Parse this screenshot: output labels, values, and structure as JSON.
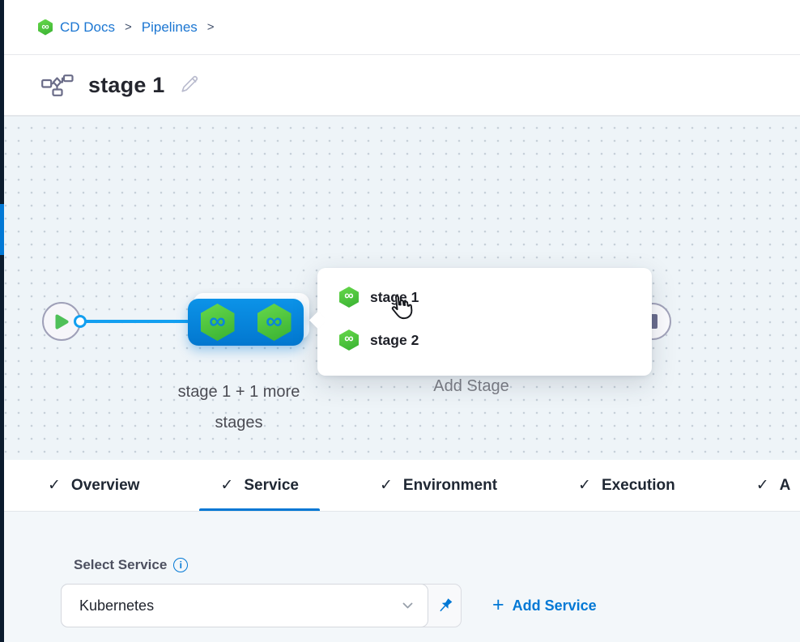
{
  "colors": {
    "accent_blue": "#0278d5",
    "node_blue": "#0a8ce2",
    "connector_blue": "#129ff0",
    "module_green": "#4dc94a",
    "nav_strip_navy": "#0b1b2d",
    "canvas_bg": "#eef4f8"
  },
  "breadcrumb": {
    "items": [
      {
        "label": "CD Docs"
      },
      {
        "label": "Pipelines"
      }
    ],
    "separator": ">"
  },
  "header": {
    "title": "stage 1"
  },
  "icons": {
    "infinity_glyph": "∞",
    "check_glyph": "✓",
    "info_glyph": "i"
  },
  "canvas": {
    "group_label": "stage 1 + 1 more stages",
    "add_stage_label": "Add Stage",
    "popup_items": [
      {
        "label": "stage 1"
      },
      {
        "label": "stage 2"
      }
    ]
  },
  "tabs": [
    {
      "label": "Overview",
      "checked": true,
      "active": false
    },
    {
      "label": "Service",
      "checked": true,
      "active": true
    },
    {
      "label": "Environment",
      "checked": true,
      "active": false
    },
    {
      "label": "Execution",
      "checked": true,
      "active": false
    },
    {
      "label": "A",
      "checked": true,
      "active": false,
      "truncated": true
    }
  ],
  "service_form": {
    "label": "Select Service",
    "select_value": "Kubernetes",
    "plus_glyph": "+",
    "add_service_label": "Add Service"
  }
}
